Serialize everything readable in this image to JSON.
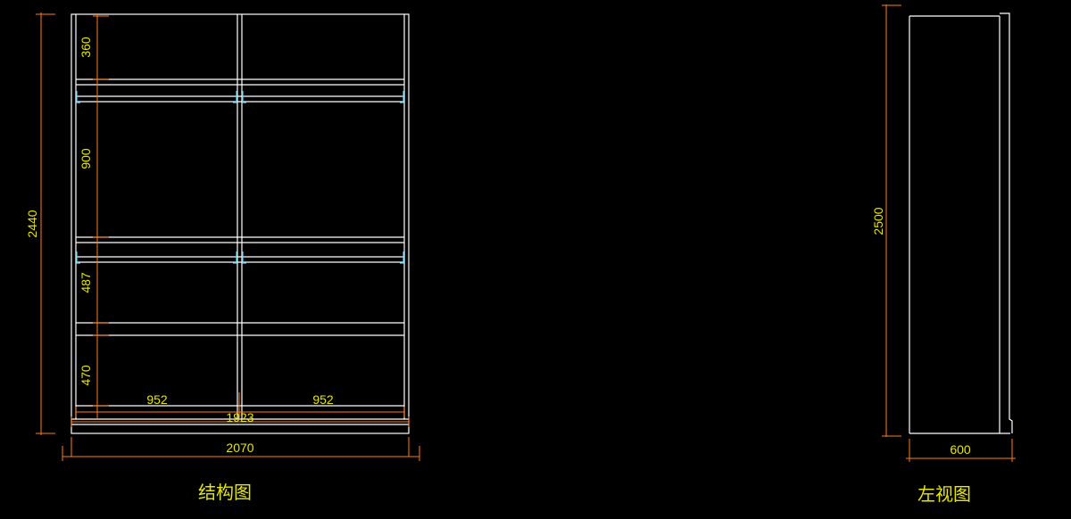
{
  "drawing": {
    "colors": {
      "background": "#000000",
      "outline": "#ffffff",
      "dimension": "#ff7a1a",
      "text": "#e6e600",
      "hardware": "#4fd3ff"
    },
    "structure_view": {
      "title": "结构图",
      "overall_height": "2440",
      "overall_width": "2070",
      "inner_width": "1923",
      "bay_widths": [
        "952",
        "952"
      ],
      "section_heights": [
        "360",
        "900",
        "487",
        "470"
      ]
    },
    "side_view": {
      "title": "左视图",
      "height": "2500",
      "depth": "600"
    }
  }
}
